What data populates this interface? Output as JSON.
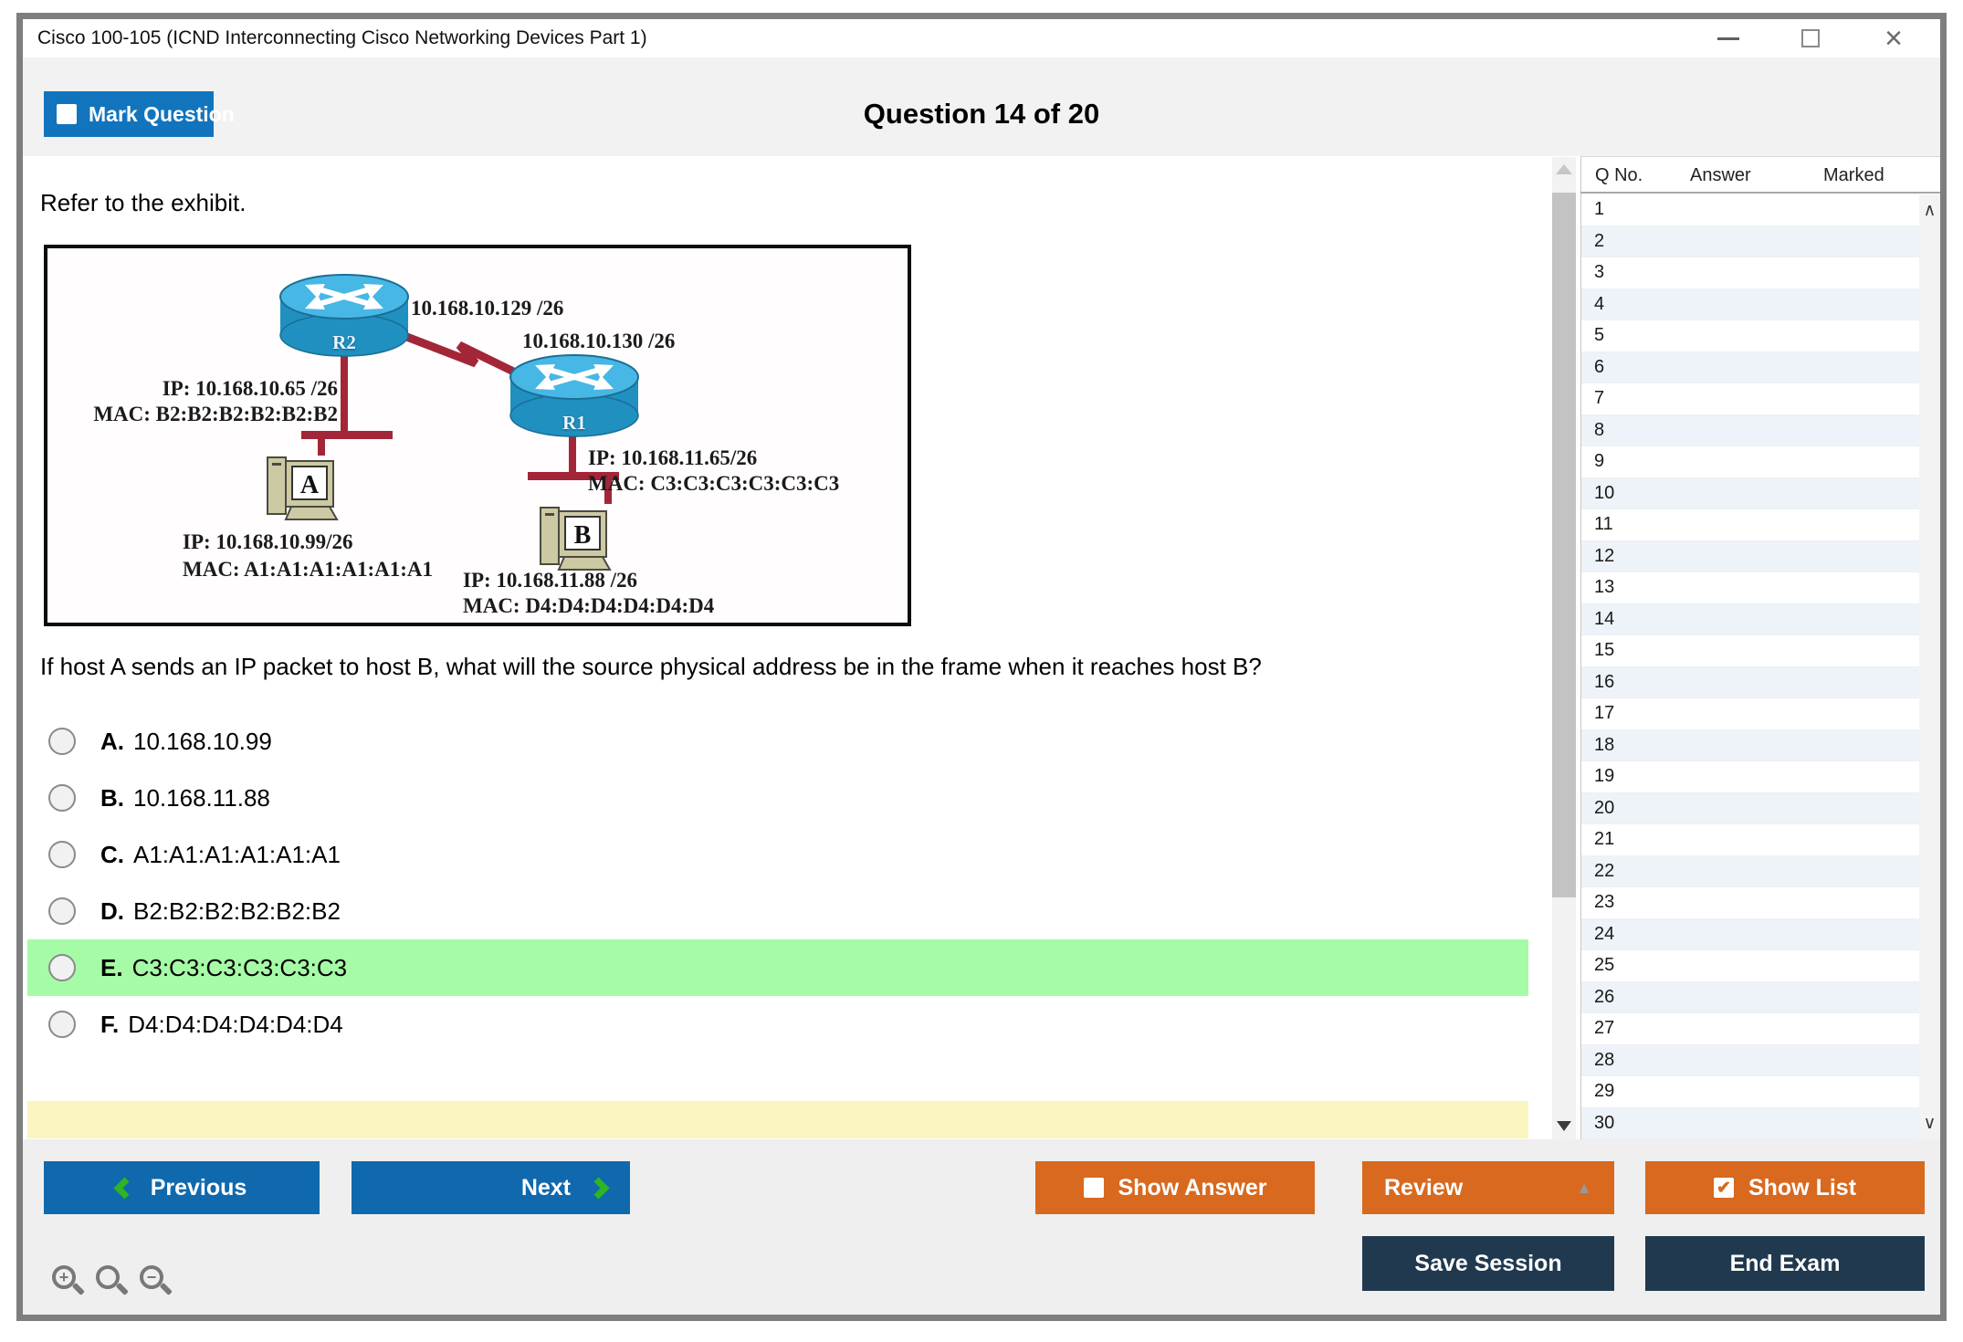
{
  "window": {
    "title": "Cisco 100-105 (ICND Interconnecting Cisco Networking Devices Part 1)"
  },
  "icons": {
    "close": "×",
    "review_collapse": "▲",
    "main_scroll_up": "▲",
    "main_scroll_down": "▼",
    "list_scroll_up": "∧",
    "list_scroll_down": "∨",
    "show_list_check": "✔",
    "zoom_in_sign": "+",
    "zoom_out_sign": "−"
  },
  "header": {
    "mark_question_label": "Mark Question",
    "question_counter": "Question 14 of 20"
  },
  "question": {
    "refer_text": "Refer to the exhibit.",
    "text": "If host A sends an IP packet to host B, what will the source physical address be in the frame when it reaches host B?",
    "options": [
      {
        "letter": "A.",
        "text": "10.168.10.99",
        "highlighted": false
      },
      {
        "letter": "B.",
        "text": "10.168.11.88",
        "highlighted": false
      },
      {
        "letter": "C.",
        "text": "A1:A1:A1:A1:A1:A1",
        "highlighted": false
      },
      {
        "letter": "D.",
        "text": "B2:B2:B2:B2:B2:B2",
        "highlighted": false
      },
      {
        "letter": "E.",
        "text": "C3:C3:C3:C3:C3:C3",
        "highlighted": true
      },
      {
        "letter": "F.",
        "text": "D4:D4:D4:D4:D4:D4",
        "highlighted": false
      }
    ]
  },
  "exhibit": {
    "r2_name": "R2",
    "r1_name": "R1",
    "serial_left_ip": "10.168.10.129 /26",
    "serial_right_ip": "10.168.10.130 /26",
    "r2_lan_ip": "IP: 10.168.10.65 /26",
    "r2_lan_mac": "MAC: B2:B2:B2:B2:B2:B2",
    "r1_lan_ip": "IP: 10.168.11.65/26",
    "r1_lan_mac": "MAC: C3:C3:C3:C3:C3:C3",
    "host_a_letter": "A",
    "host_a_ip": "IP: 10.168.10.99/26",
    "host_a_mac": "MAC: A1:A1:A1:A1:A1:A1",
    "host_b_letter": "B",
    "host_b_ip": "IP: 10.168.11.88 /26",
    "host_b_mac": "MAC: D4:D4:D4:D4:D4:D4"
  },
  "sidebar": {
    "headers": [
      "Q No.",
      "Answer",
      "Marked"
    ],
    "rows": [
      1,
      2,
      3,
      4,
      5,
      6,
      7,
      8,
      9,
      10,
      11,
      12,
      13,
      14,
      15,
      16,
      17,
      18,
      19,
      20,
      21,
      22,
      23,
      24,
      25,
      26,
      27,
      28,
      29,
      30
    ]
  },
  "footer": {
    "previous": "Previous",
    "next": "Next",
    "show_answer": "Show Answer",
    "review": "Review",
    "show_list": "Show List",
    "save_session": "Save Session",
    "end_exam": "End Exam"
  },
  "colors": {
    "mark_blue": "#1274bd",
    "nav_blue": "#1169ad",
    "action_orange": "#d8691e",
    "session_navy": "#20394f",
    "highlight_green": "#a6fba6",
    "note_yellow": "#f9f4c0",
    "link_red": "#a32638",
    "router_blue": "#47b7e5",
    "chevron_green": "#2fb523"
  }
}
